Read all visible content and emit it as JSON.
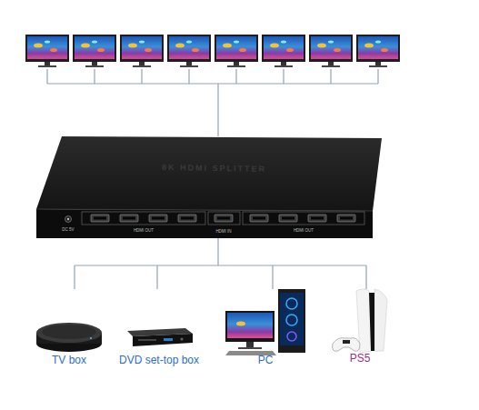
{
  "diagram": {
    "labels": [
      "8K HDMI SPLITTER",
      "DC 5V",
      "HDMI OUT",
      "HDMI IN",
      "HDMI OUT",
      "TV box",
      "DVD set-top box",
      "PC",
      "PS5"
    ]
  }
}
